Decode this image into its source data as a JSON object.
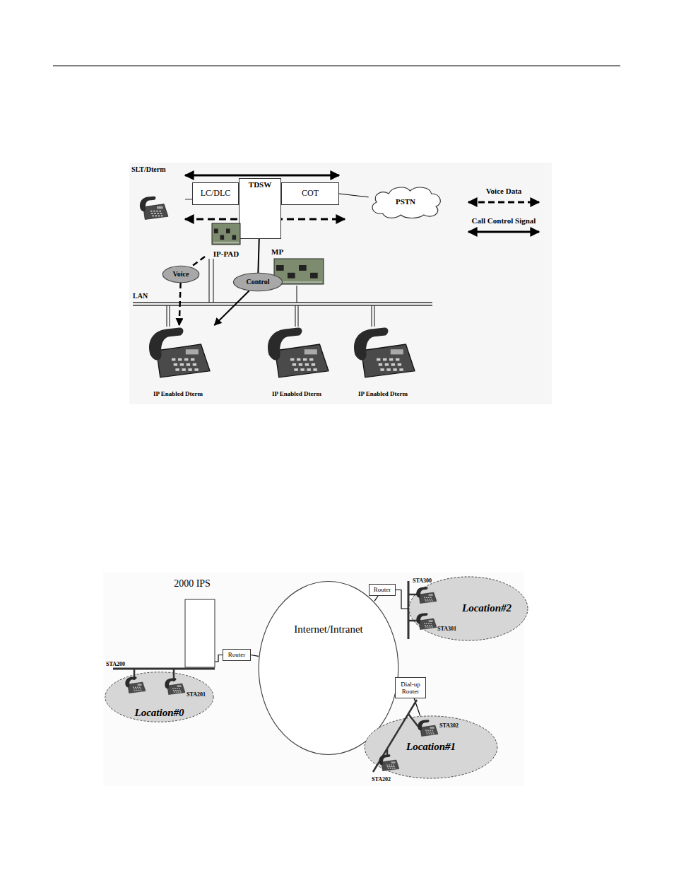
{
  "diagram": {
    "nodes": [
      {
        "text": [
          "SLT/Dterm"
        ]
      },
      {
        "text": [
          "TDSW"
        ]
      },
      {
        "text": [
          "LC/DLC"
        ]
      },
      {
        "text": [
          "COT"
        ]
      },
      {
        "text": [
          "PSTN"
        ]
      },
      {
        "text": [
          "IP-PAD"
        ]
      },
      {
        "text": [
          "MP"
        ]
      },
      {
        "text": [
          "Voice"
        ]
      },
      {
        "text": [
          "Control"
        ]
      },
      {
        "text": [
          "IP Enabled Dterm"
        ]
      },
      {
        "text": [
          "IP Enabled Dterm"
        ]
      },
      {
        "text": [
          "IP Enabled Dterm"
        ]
      },
      {
        "text": [
          "2000 IPS"
        ]
      },
      {
        "text": [
          "Router"
        ]
      },
      {
        "text": [
          "Internet/Intranet"
        ]
      },
      {
        "text": [
          "Router"
        ]
      },
      {
        "text": [
          "Location#2"
        ]
      },
      {
        "text": [
          "Dial-up Router"
        ]
      },
      {
        "text": [
          "Location#1"
        ]
      },
      {
        "text": [
          "Location#0"
        ]
      }
    ],
    "edges": [
      {
        "from": 0,
        "to": 3,
        "arrow": "both"
      },
      {
        "from": 0,
        "to": 3,
        "arrow": "both"
      },
      {
        "from": 3,
        "to": 4,
        "arrow": "none"
      },
      {
        "from": 5,
        "to": 7,
        "arrow": "none"
      },
      {
        "from": 7,
        "to": 9,
        "arrow": "to"
      },
      {
        "from": 1,
        "to": 8,
        "arrow": "none"
      },
      {
        "from": 8,
        "to": 9,
        "arrow": "to"
      },
      {
        "from": 12,
        "to": 13,
        "arrow": "none"
      },
      {
        "from": 13,
        "to": 14,
        "arrow": "none"
      },
      {
        "from": 14,
        "to": 15,
        "arrow": "none"
      },
      {
        "from": 15,
        "to": 16,
        "arrow": "none"
      },
      {
        "from": 14,
        "to": 17,
        "arrow": "none"
      },
      {
        "from": 17,
        "to": 18,
        "arrow": "none"
      }
    ],
    "labels": [
      "LAN",
      "STA300",
      "STA301",
      "STA200",
      "STA201",
      "STA302",
      "STA202"
    ],
    "legend": [
      {
        "text": "Voice Data"
      },
      {
        "text": "Call Control Signal"
      }
    ]
  }
}
